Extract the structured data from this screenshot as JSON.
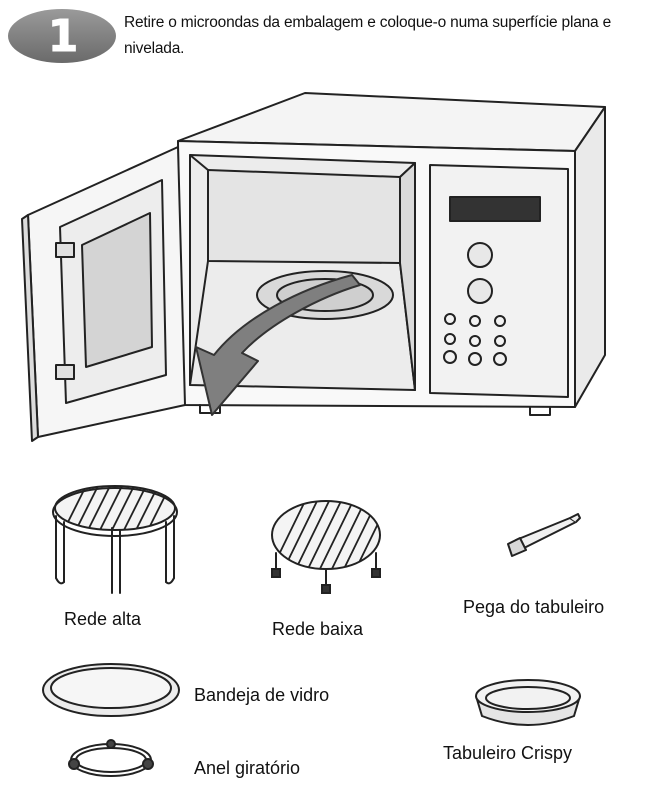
{
  "step": {
    "number": "1",
    "instruction": "Retire o microondas da embalagem e coloque-o numa superfície plana e nivelada."
  },
  "items": {
    "rede_alta": "Rede alta",
    "rede_baixa": "Rede baixa",
    "pega": "Pega do tabuleiro",
    "bandeja": "Bandeja de vidro",
    "anel": "Anel giratório",
    "crispy": "Tabuleiro Crispy"
  }
}
